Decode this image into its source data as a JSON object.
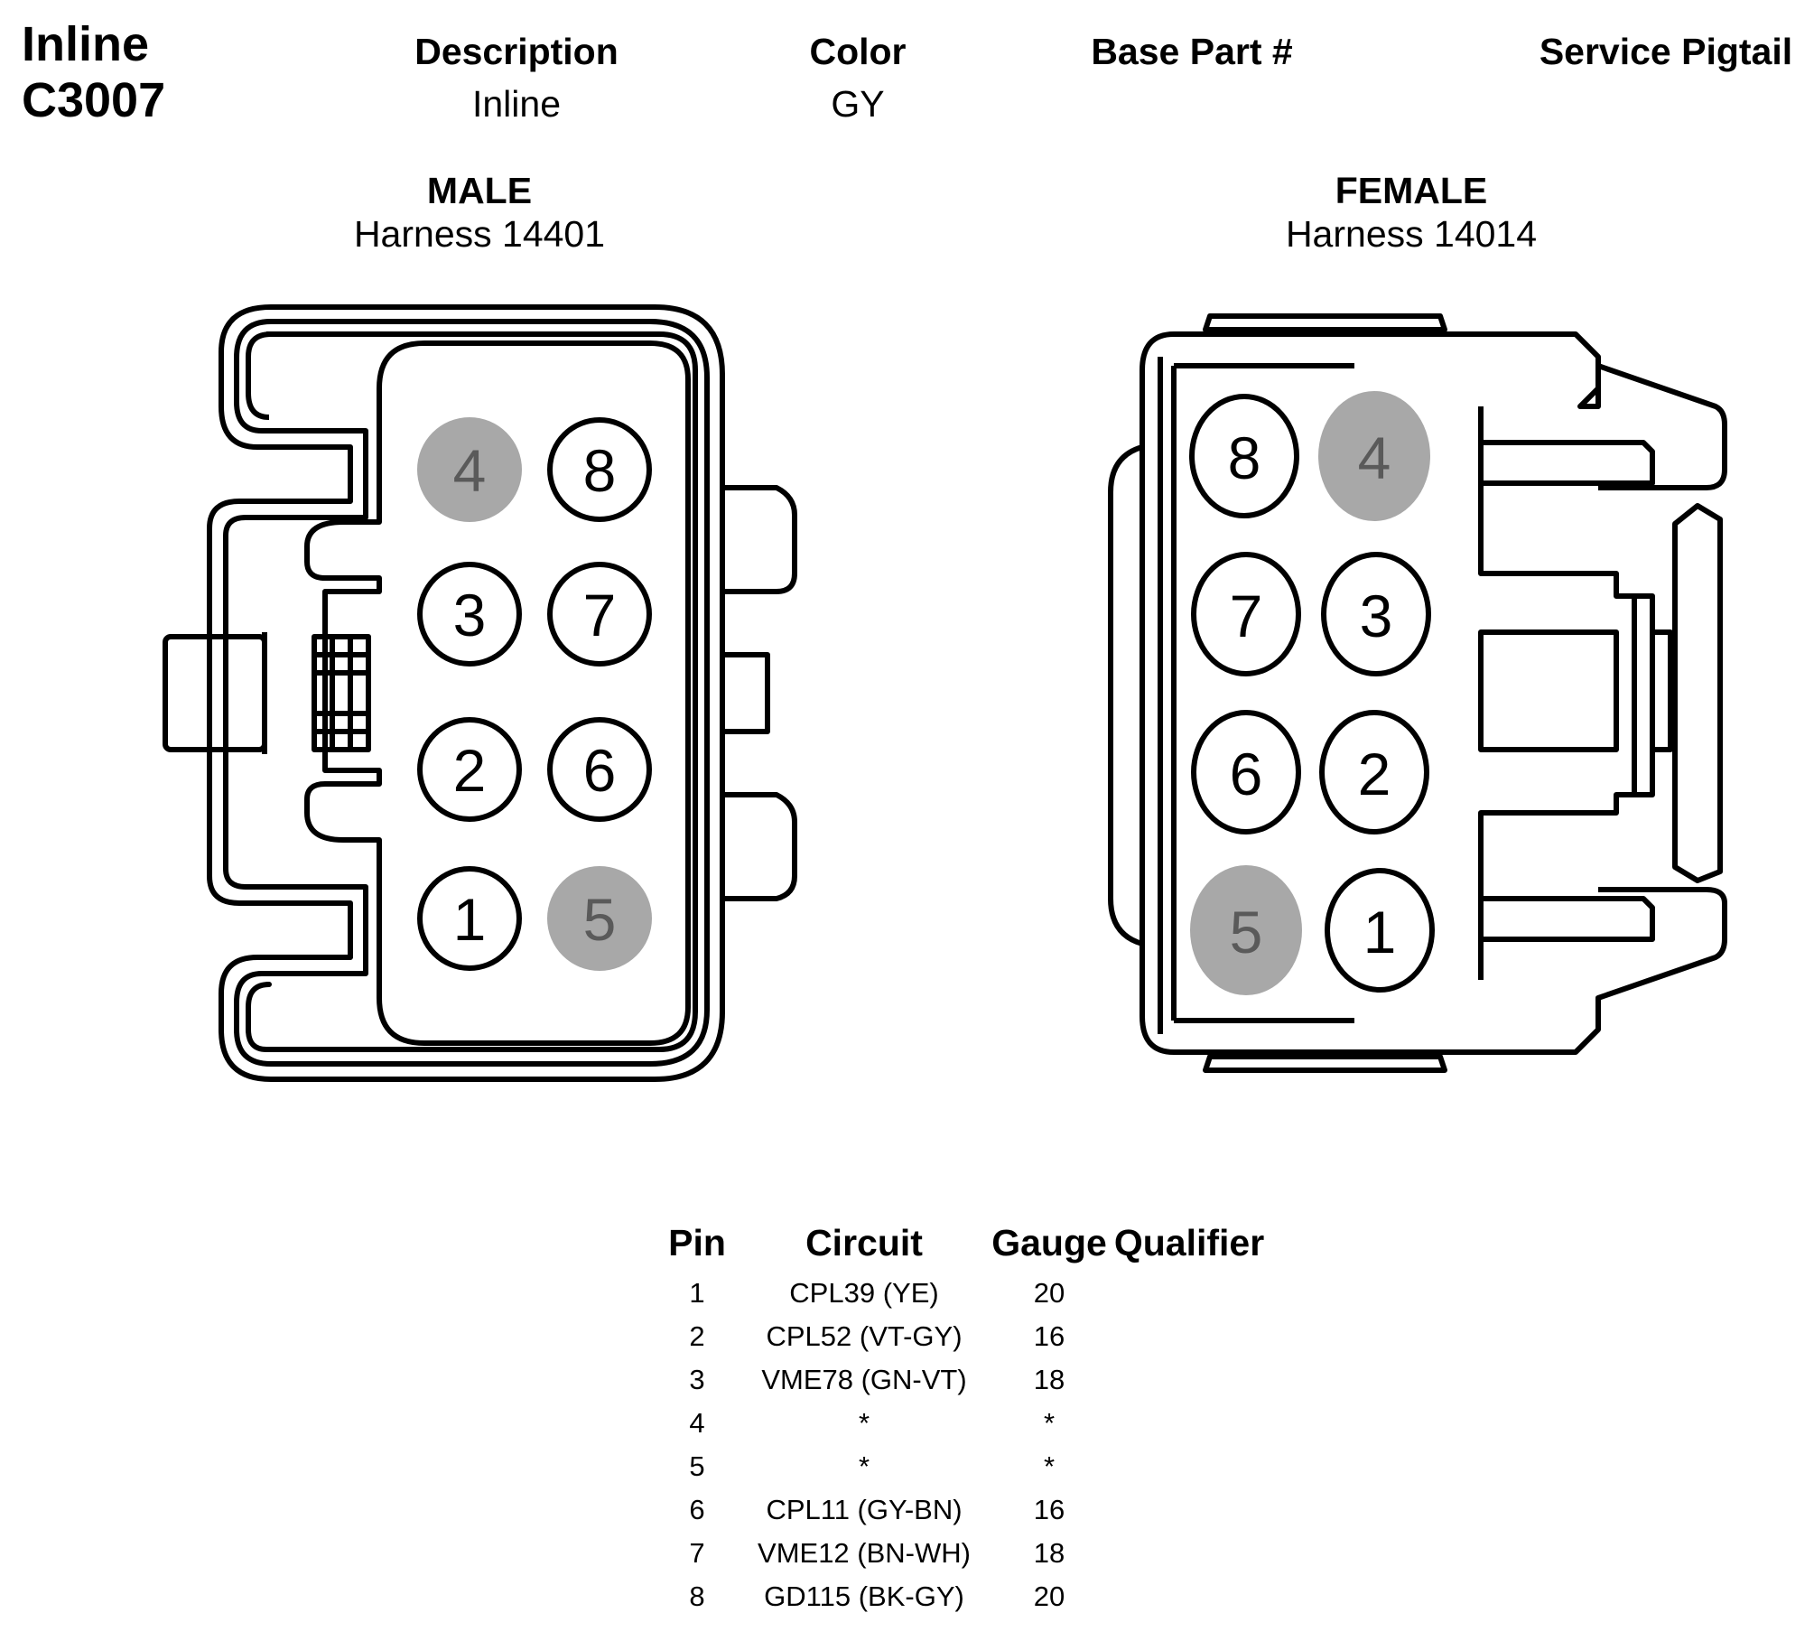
{
  "connector": {
    "name_line1": "Inline",
    "name_line2": "C3007"
  },
  "header": {
    "description_label": "Description",
    "description_value": "Inline",
    "color_label": "Color",
    "color_value": "GY",
    "base_part_label": "Base Part #",
    "base_part_value": "",
    "service_pigtail_label": "Service Pigtail",
    "service_pigtail_value": ""
  },
  "male": {
    "label": "MALE",
    "harness": "Harness 14401",
    "pins": [
      "4",
      "8",
      "3",
      "7",
      "2",
      "6",
      "1",
      "5"
    ]
  },
  "female": {
    "label": "FEMALE",
    "harness": "Harness 14014",
    "pins": [
      "8",
      "4",
      "7",
      "3",
      "6",
      "2",
      "5",
      "1"
    ]
  },
  "colors": {
    "unused_pin_fill": "#a8a8a8",
    "unused_pin_text": "#5a5a5a",
    "stroke": "#000000"
  },
  "table": {
    "headers": [
      "Pin",
      "Circuit",
      "Gauge",
      "Qualifier"
    ],
    "rows": [
      {
        "pin": "1",
        "circuit": "CPL39 (YE)",
        "gauge": "20",
        "qualifier": ""
      },
      {
        "pin": "2",
        "circuit": "CPL52 (VT-GY)",
        "gauge": "16",
        "qualifier": ""
      },
      {
        "pin": "3",
        "circuit": "VME78 (GN-VT)",
        "gauge": "18",
        "qualifier": ""
      },
      {
        "pin": "4",
        "circuit": "*",
        "gauge": "*",
        "qualifier": ""
      },
      {
        "pin": "5",
        "circuit": "*",
        "gauge": "*",
        "qualifier": ""
      },
      {
        "pin": "6",
        "circuit": "CPL11 (GY-BN)",
        "gauge": "16",
        "qualifier": ""
      },
      {
        "pin": "7",
        "circuit": "VME12 (BN-WH)",
        "gauge": "18",
        "qualifier": ""
      },
      {
        "pin": "8",
        "circuit": "GD115 (BK-GY)",
        "gauge": "20",
        "qualifier": ""
      }
    ]
  }
}
